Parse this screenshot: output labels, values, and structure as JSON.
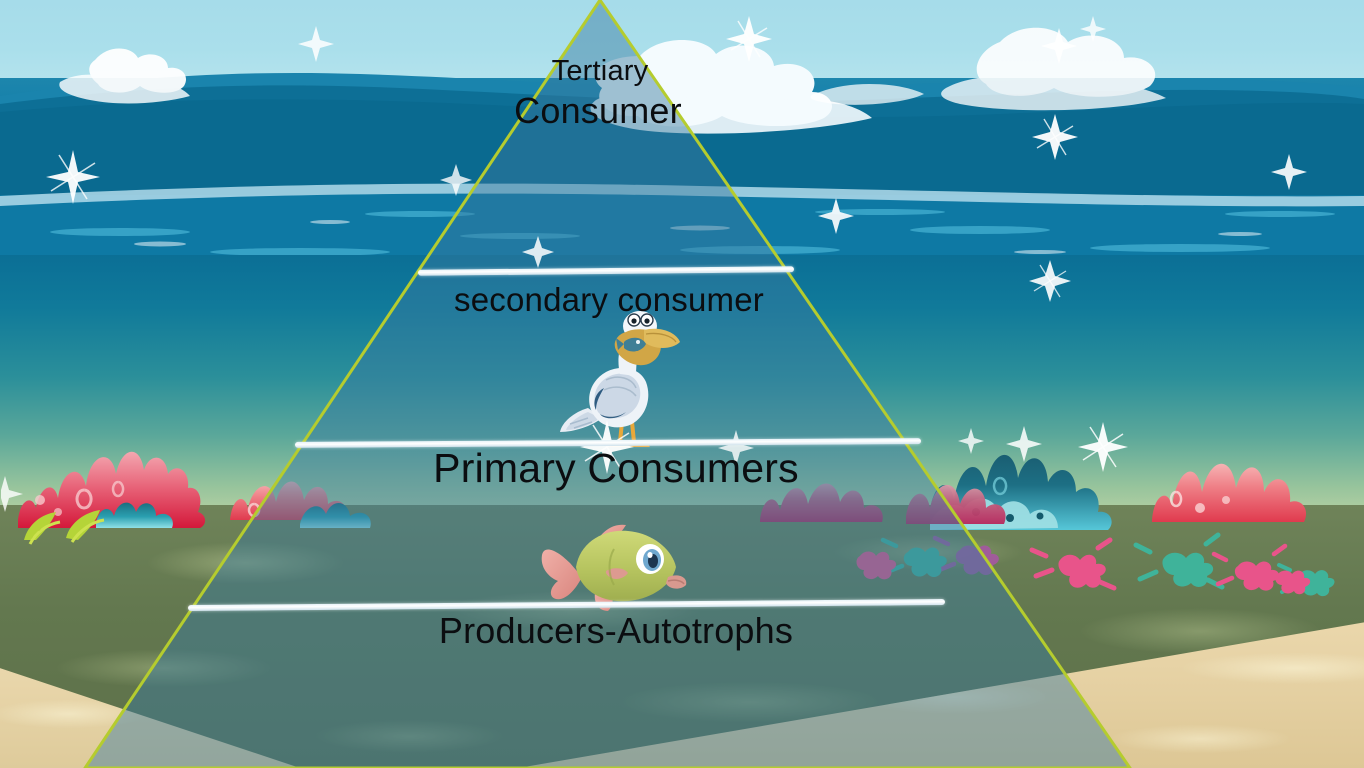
{
  "scene": {
    "title": "Ocean Energy Pyramid",
    "description": "Marine underwater scene with a trophic energy pyramid overlay"
  },
  "pyramid": {
    "outline_color": "#b5cc2e",
    "fill_color": "rgba(56,122,160,0.46)",
    "tiers": [
      {
        "id": "tertiary",
        "label_line1": "Tertiary",
        "label_line2": "Consumer"
      },
      {
        "id": "secondary",
        "label": "secondary consumer"
      },
      {
        "id": "primary",
        "label": "Primary Consumers"
      },
      {
        "id": "producers",
        "label": "Producers-Autotrophs"
      }
    ]
  },
  "labels": {
    "tertiary_line1": "Tertiary",
    "tertiary_line2": "Consumer",
    "secondary": "secondary consumer",
    "primary": "Primary Consumers",
    "producers": "Producers-Autotrophs"
  },
  "organisms": [
    {
      "name": "pelican",
      "tier": "secondary consumer",
      "description": "white seabird holding a fish in its beak"
    },
    {
      "name": "fish",
      "tier": "primary consumer",
      "description": "yellow-green cartoon fish with pink fins"
    }
  ],
  "background": {
    "sky_color": "#a6dcea",
    "surface_water_color": "#0e7aa5",
    "deep_water_color": "#0b6f96",
    "shallow_water_color": "#c9d8a8",
    "seafloor_color": "#63784f",
    "sand_color": "#e7d3a6",
    "foam_color": "#ffffff",
    "coral_colors": [
      "#e8657a",
      "#d32b45",
      "#2aa9a0",
      "#e0527f",
      "#1b7e8c",
      "#9c4f86"
    ],
    "seaweed_color": "#b5d438"
  }
}
